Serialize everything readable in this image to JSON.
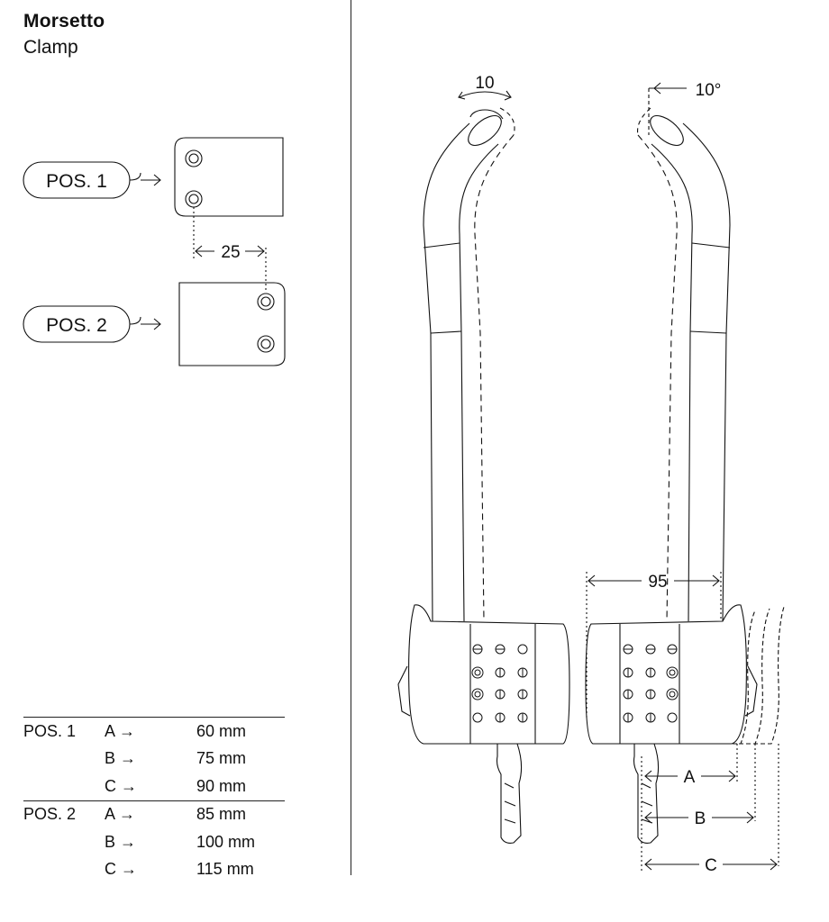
{
  "header": {
    "title": "Morsetto",
    "subtitle": "Clamp"
  },
  "clamp_positions": [
    {
      "label": "POS. 1"
    },
    {
      "label": "POS. 2"
    }
  ],
  "offset_dimension": "25",
  "rotation_labels": {
    "left": "10",
    "right": "10°"
  },
  "width_dimension": "95",
  "extension_labels": [
    "A",
    "B",
    "C"
  ],
  "table": {
    "groups": [
      {
        "pos": "POS. 1",
        "rows": [
          {
            "key": "A →",
            "value": "60 mm"
          },
          {
            "key": "B →",
            "value": "75 mm"
          },
          {
            "key": "C →",
            "value": "90 mm"
          }
        ]
      },
      {
        "pos": "POS. 2",
        "rows": [
          {
            "key": "A →",
            "value": "85 mm"
          },
          {
            "key": "B →",
            "value": "100 mm"
          },
          {
            "key": "C →",
            "value": "115 mm"
          }
        ]
      }
    ]
  }
}
